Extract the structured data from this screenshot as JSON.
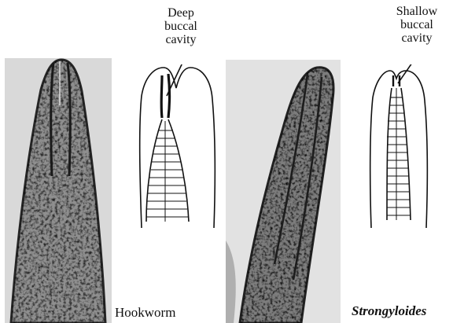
{
  "left": {
    "label": "Deep\nbuccal\ncavity",
    "caption": "Hookworm"
  },
  "right": {
    "label": "Shallow\nbuccal\ncavity",
    "caption": "Strongyloides"
  }
}
